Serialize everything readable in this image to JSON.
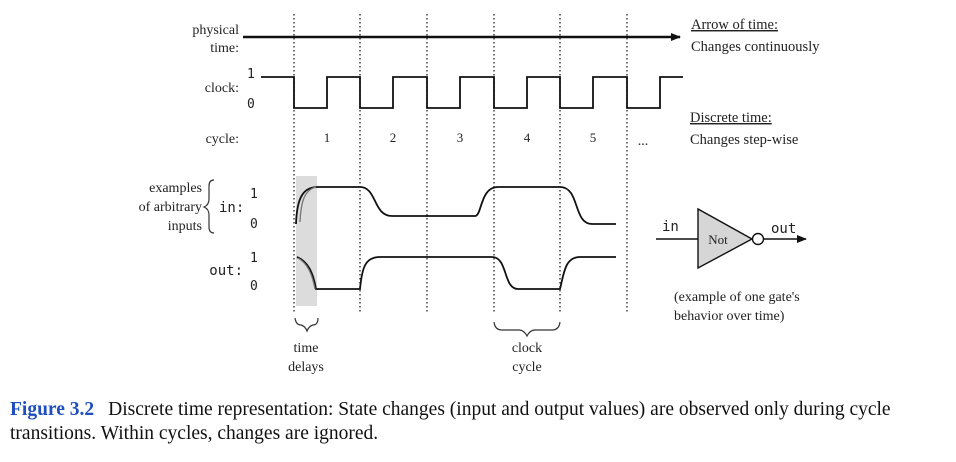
{
  "rows": {
    "physical_time": [
      "physical",
      "time:"
    ],
    "clock": "clock:",
    "cycle": "cycle:",
    "in_examples": [
      "examples",
      "of arbitrary",
      "inputs"
    ],
    "in": "in:",
    "out": "out:",
    "level_one": "1",
    "level_zero": "0"
  },
  "cycles": [
    "1",
    "2",
    "3",
    "4",
    "5"
  ],
  "cycle_ellipsis": "...",
  "notes": {
    "arrow_of_time_title": "Arrow of time:",
    "arrow_of_time_desc": "Changes continuously",
    "discrete_time_title": "Discrete time:",
    "discrete_time_desc": "Changes step-wise",
    "time_delays": [
      "time",
      "delays"
    ],
    "clock_cycle": [
      "clock",
      "cycle"
    ]
  },
  "gate": {
    "in_label": "in",
    "out_label": "out",
    "name": "Not",
    "caption": [
      "(example of one gate's",
      "behavior over time)"
    ]
  },
  "caption": {
    "label": "Figure 3.2",
    "text": "Discrete time representation: State changes (input and output values) are observed only during cycle transitions. Within cycles, changes are ignored."
  }
}
